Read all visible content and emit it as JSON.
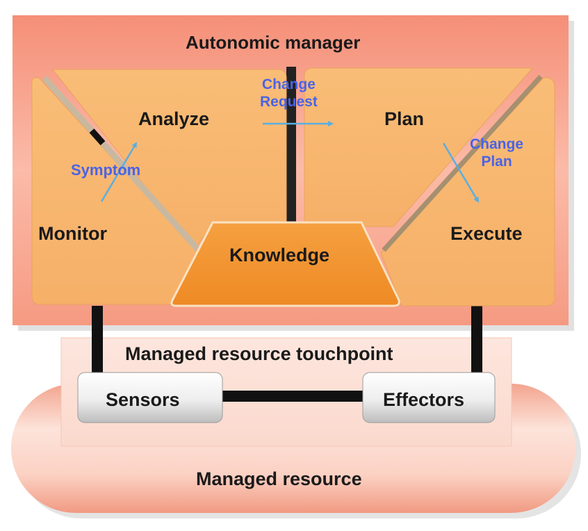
{
  "diagram": {
    "autonomic_manager": {
      "label": "Autonomic manager"
    },
    "analyze": {
      "label": "Analyze"
    },
    "plan": {
      "label": "Plan"
    },
    "monitor": {
      "label": "Monitor"
    },
    "execute": {
      "label": "Execute"
    },
    "knowledge": {
      "label": "Knowledge"
    },
    "touchpoint": {
      "label": "Managed resource touchpoint"
    },
    "sensors": {
      "label": "Sensors"
    },
    "effectors": {
      "label": "Effectors"
    },
    "managed_resource": {
      "label": "Managed resource"
    },
    "annotations": {
      "symptom": "Symptom",
      "change_request": [
        "Change",
        "Request"
      ],
      "change_plan": [
        "Change",
        "Plan"
      ]
    }
  },
  "colors": {
    "manager_bg": "#f4a28c",
    "panel": "#f8b971",
    "knowledge": "#f0922e",
    "annotation": "#4a63e6",
    "arrow": "#5aaee0"
  }
}
